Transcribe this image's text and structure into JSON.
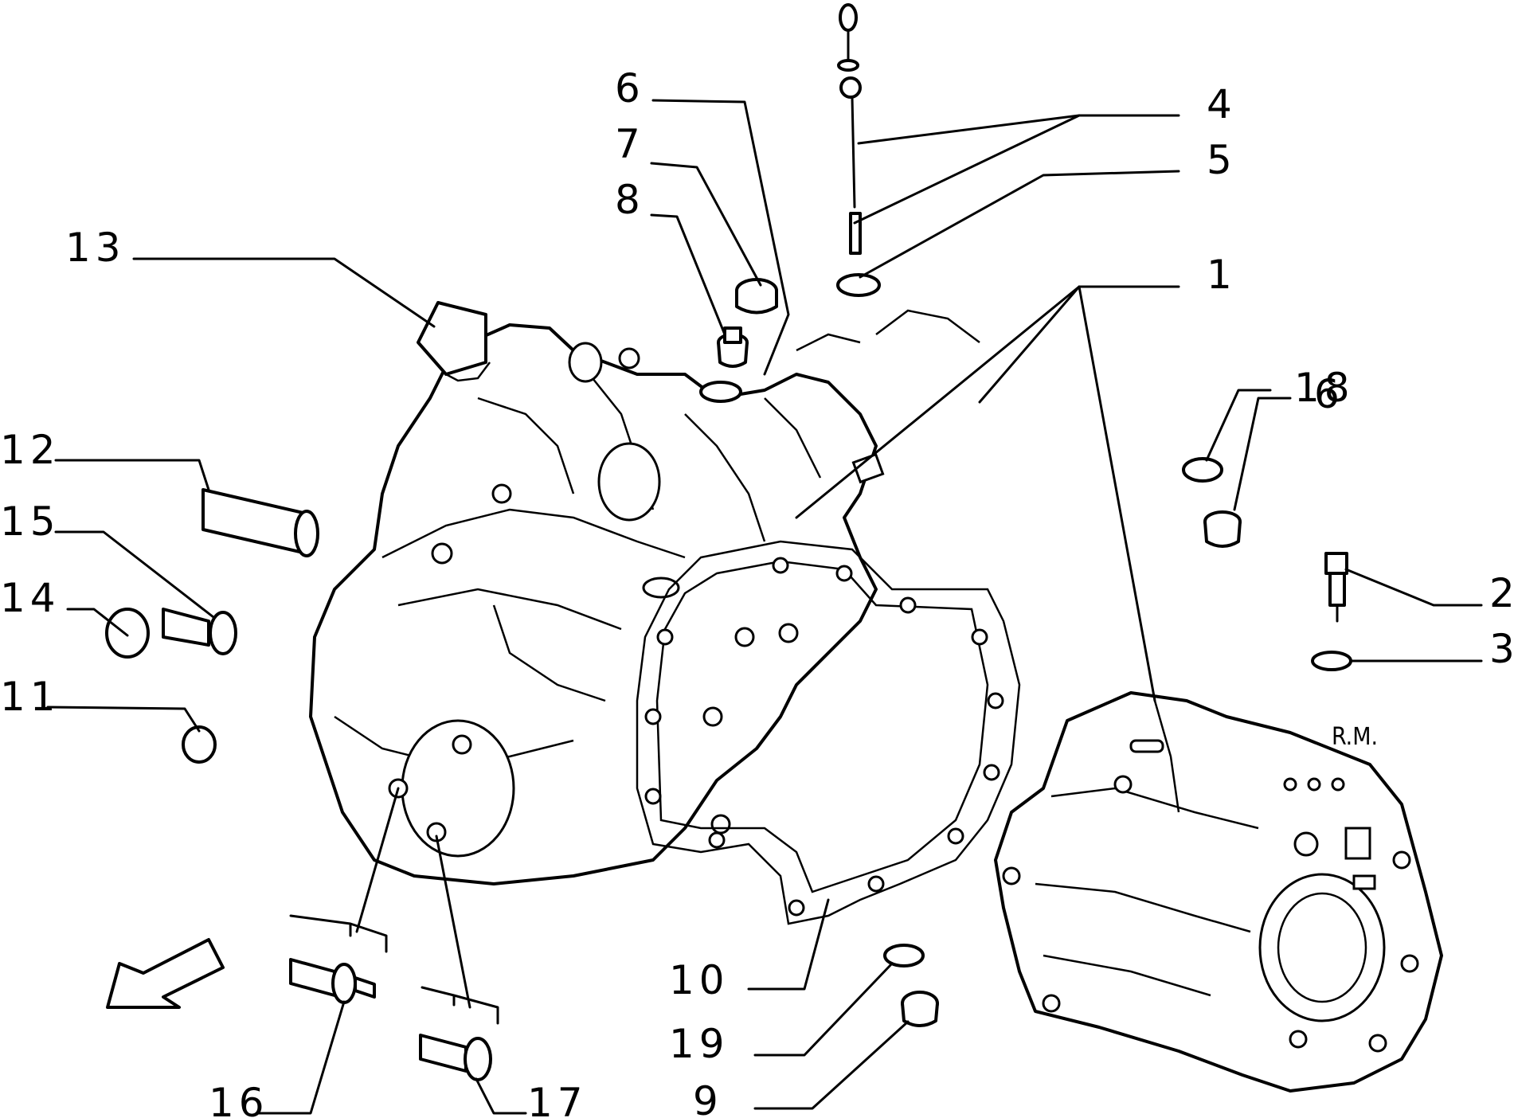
{
  "diagram": {
    "reference_mark": "R.M.",
    "callouts": [
      {
        "id": "c1",
        "label": "1"
      },
      {
        "id": "c2",
        "label": "2"
      },
      {
        "id": "c3",
        "label": "3"
      },
      {
        "id": "c4",
        "label": "4"
      },
      {
        "id": "c5",
        "label": "5"
      },
      {
        "id": "c6a",
        "label": "6"
      },
      {
        "id": "c6b",
        "label": "6"
      },
      {
        "id": "c7",
        "label": "7"
      },
      {
        "id": "c8",
        "label": "8"
      },
      {
        "id": "c9",
        "label": "9"
      },
      {
        "id": "c10",
        "label": "10"
      },
      {
        "id": "c11",
        "label": "11"
      },
      {
        "id": "c12",
        "label": "12"
      },
      {
        "id": "c13",
        "label": "13"
      },
      {
        "id": "c14",
        "label": "14"
      },
      {
        "id": "c15",
        "label": "15"
      },
      {
        "id": "c16",
        "label": "16"
      },
      {
        "id": "c17",
        "label": "17"
      },
      {
        "id": "c18",
        "label": "18"
      },
      {
        "id": "c19",
        "label": "19"
      }
    ]
  }
}
